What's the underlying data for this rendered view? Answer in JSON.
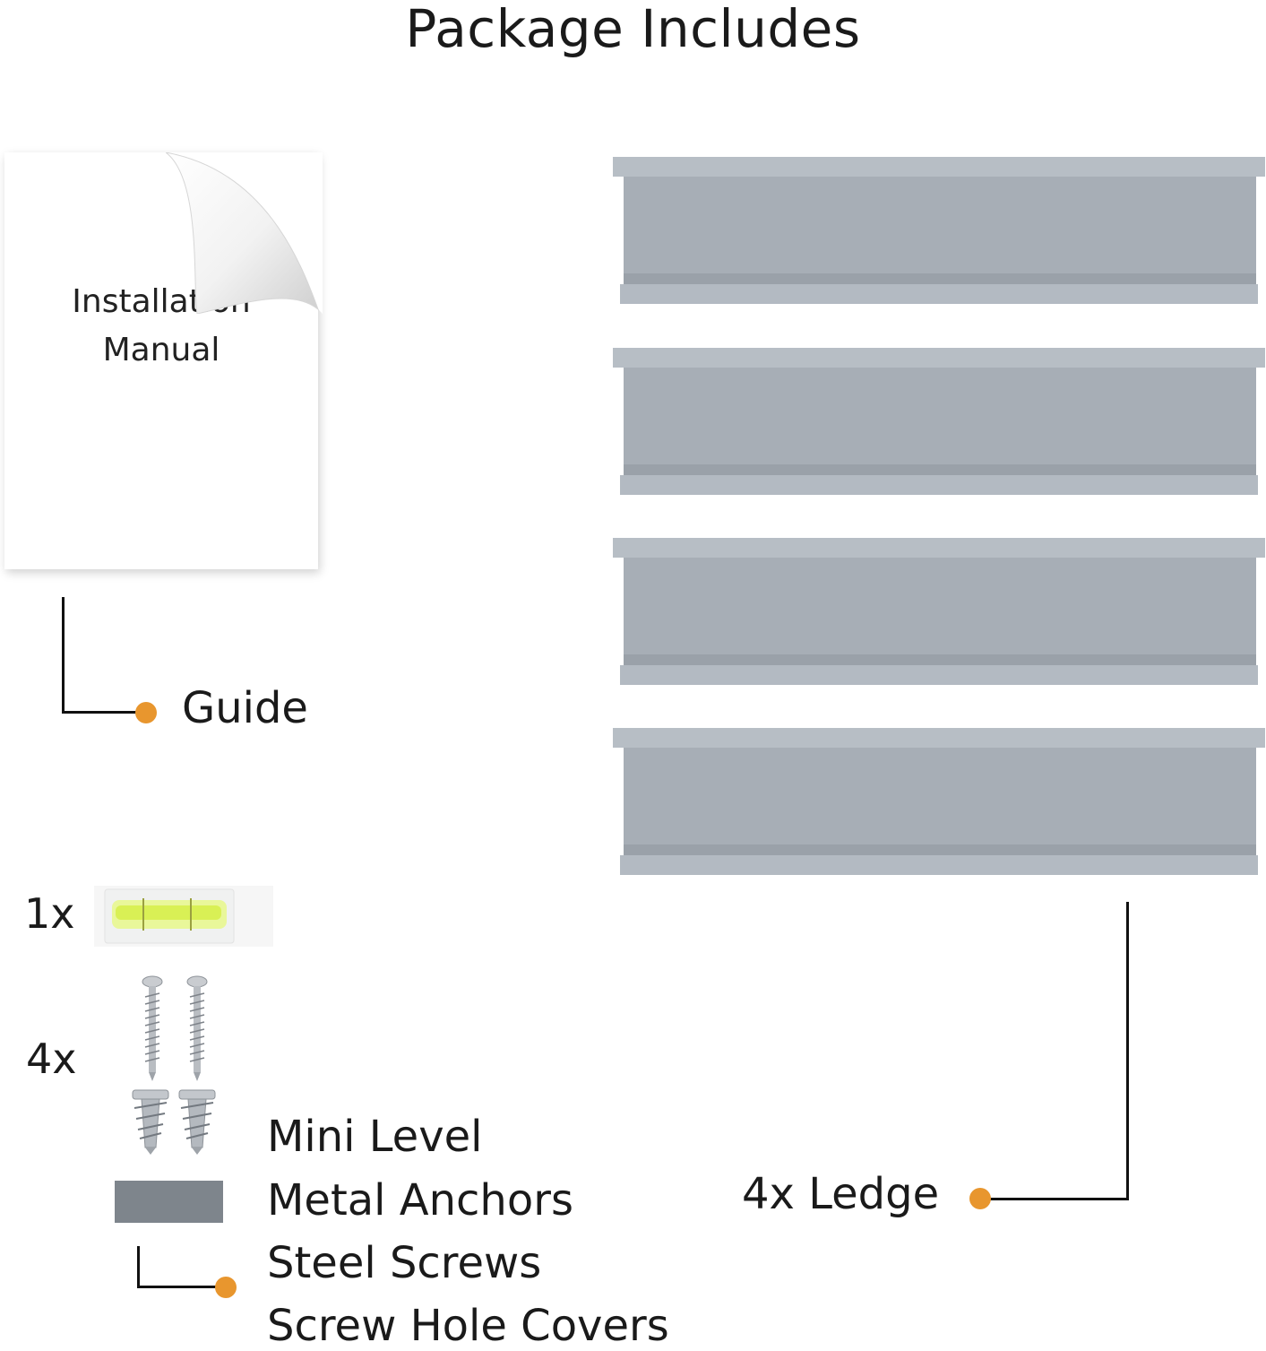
{
  "title": "Package Includes",
  "manual": {
    "line1": "Installation",
    "line2": "Manual"
  },
  "guide_label": "Guide",
  "ledge_label": "4x Ledge",
  "level_qty": "1x",
  "screws_qty": "4x",
  "items": [
    "Mini Level",
    "Metal Anchors",
    "Steel Screws",
    "Screw Hole Covers"
  ],
  "colors": {
    "accent_dot": "#e8962e",
    "ledge": "#a9b0b8",
    "cover_chip": "#7e858c"
  },
  "icons": [
    "installation-manual-icon",
    "page-curl-icon",
    "ledge-icon",
    "mini-level-icon",
    "screw-icon",
    "anchor-icon"
  ]
}
